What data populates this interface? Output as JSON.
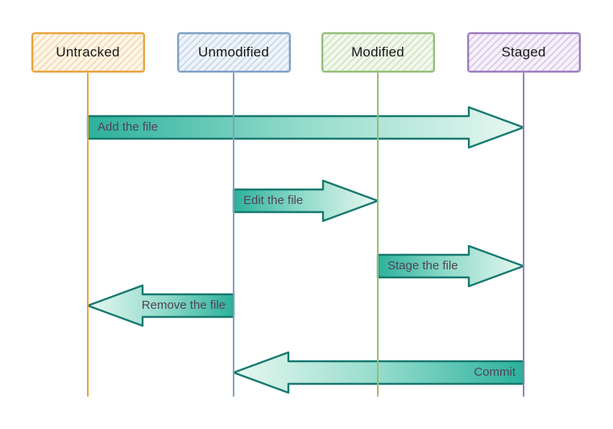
{
  "diagram": {
    "type": "state-transition",
    "states": [
      {
        "id": "untracked",
        "label": "Untracked",
        "color": "#E8A33B",
        "fill": "#FDF6EA"
      },
      {
        "id": "unmodified",
        "label": "Unmodified",
        "color": "#7E9FC5",
        "fill": "#EFF4FA"
      },
      {
        "id": "modified",
        "label": "Modified",
        "color": "#95BD78",
        "fill": "#F2F8EC"
      },
      {
        "id": "staged",
        "label": "Staged",
        "color": "#9D7CBD",
        "fill": "#F6F1FA"
      }
    ],
    "transitions": [
      {
        "label": "Add the file",
        "from": "untracked",
        "to": "staged"
      },
      {
        "label": "Edit the file",
        "from": "unmodified",
        "to": "modified"
      },
      {
        "label": "Stage the file",
        "from": "modified",
        "to": "staged"
      },
      {
        "label": "Remove the file",
        "from": "unmodified",
        "to": "untracked"
      },
      {
        "label": "Commit",
        "from": "staged",
        "to": "unmodified"
      }
    ],
    "arrow_style": {
      "stroke": "#17796F",
      "gradient_start": "#2BB19C",
      "gradient_mid": "#95DCCC",
      "gradient_end": "#E8F8F1",
      "label_color": "#524457"
    }
  }
}
